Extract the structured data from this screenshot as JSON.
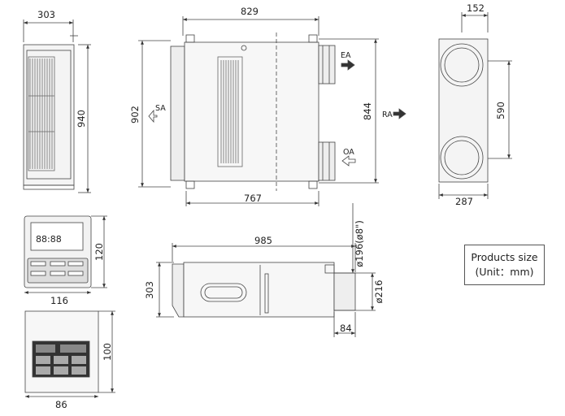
{
  "diagram": {
    "dimensions": {
      "top_view_width": "303",
      "top_view_height": "940",
      "front_width": "829",
      "front_bottom_width": "767",
      "front_height": "902",
      "front_height_inner": "844",
      "side_width": "152",
      "side_spacing": "590",
      "side_bottom_width": "287",
      "controller_height": "120",
      "controller_width": "116",
      "panel_height": "100",
      "panel_width": "86",
      "bottom_length": "985",
      "bottom_height": "303",
      "duct_inner": "ø196(ø8\")",
      "duct_outer": "ø216",
      "duct_offset": "84"
    },
    "airflow": {
      "sa": "SA",
      "ea": "EA",
      "oa": "OA",
      "ra": "RA"
    },
    "note": {
      "line1": "Products size",
      "line2": "(Unit：mm)"
    }
  }
}
